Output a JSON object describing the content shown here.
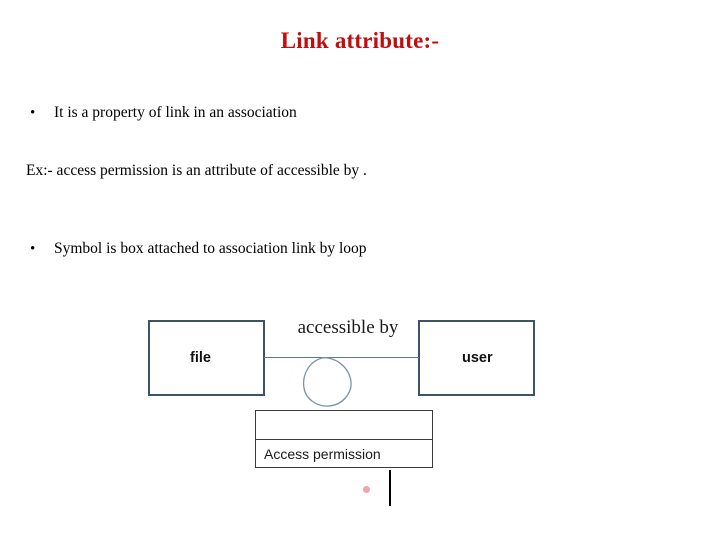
{
  "slide": {
    "title": "Link attribute:-",
    "title_color": "#c00d0d",
    "bullets": [
      {
        "marker": "•",
        "text": "It is a property of link in an association"
      },
      {
        "marker": "•",
        "text": "Symbol is box attached to association link by loop"
      }
    ],
    "example_line": "Ex:- access permission is an attribute of accessible by ."
  },
  "diagram": {
    "entities": [
      {
        "label": "file"
      },
      {
        "label": "user"
      }
    ],
    "association_label": "accessible by",
    "link_attribute_box": {
      "top_compartment": "",
      "bottom_compartment": "Access permission"
    },
    "colors": {
      "entity_border": "#3d5369",
      "association_line": "#5b7795",
      "loop_stroke": "#7a93ab",
      "attribute_border": "#3a3a3a",
      "stray_dot": "#f0a5ac"
    }
  }
}
